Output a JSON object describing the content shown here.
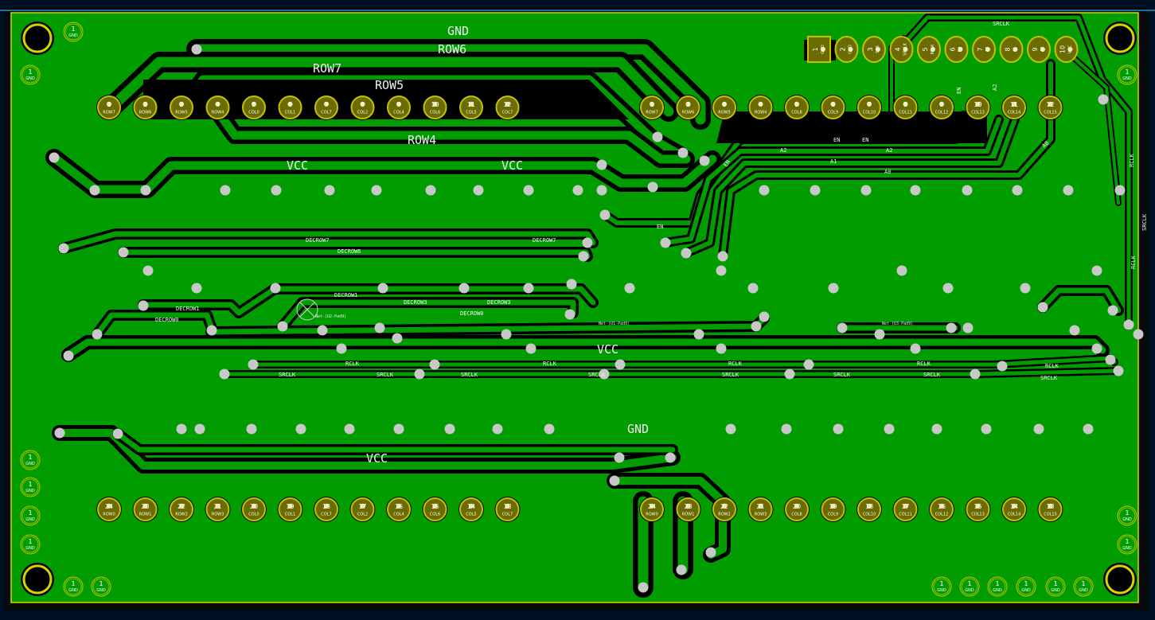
{
  "colors": {
    "background": "#001023",
    "board": "#0a0a0a",
    "copper": "#009c00",
    "track": "#007a00",
    "pad_ring": "#c2c200",
    "pad_body": "#6b6b00",
    "via": "#c8c8c8",
    "hole": "#e9e9b0",
    "outline": "#d6d600",
    "label": "#f2f2f2"
  },
  "net_labels": {
    "gnd_top": "GND",
    "row6": "ROW6",
    "row7": "ROW7",
    "row5": "ROW5",
    "row4": "ROW4",
    "vcc_1": "VCC",
    "vcc_2": "VCC",
    "vcc_mid": "VCC",
    "gnd_bottom": "GND",
    "vcc_bottom": "VCC"
  },
  "track_labels": {
    "decrow7_a": "DECROW7",
    "decrow7_b": "DECROW7",
    "decrow6": "DECROW6",
    "decrow1_a": "DECROW1",
    "decrow0_a": "DECROW0",
    "decrow1_b": "DECROW1",
    "decrow3_a": "DECROW3",
    "decrow3_b": "DECROW3",
    "decrow0_b": "DECROW0",
    "net_a": "Net-(U2-Pad9)",
    "net_b": "Net-(U1-Pad9)",
    "net_c": "Net-(U3-Pad9)",
    "rclk_1": "RCLK",
    "rclk_2": "RCLK",
    "rclk_3": "RCLK",
    "rclk_4": "RCLK",
    "rclk_5": "RCLK",
    "srclk_1": "SRCLK",
    "srclk_2": "SRCLK",
    "srclk_3": "SRCLK",
    "srclk_4": "SRCLK",
    "srclk_5": "SRCLK",
    "srclk_6": "SRCLK",
    "srclk_7": "SRCLK",
    "srclk_right": "SRCLK",
    "en_1": "EN",
    "en_2": "EN",
    "en_3": "EN",
    "en_4": "EN",
    "en_5": "EN",
    "a2_1": "A2",
    "a2_2": "A2",
    "a2_3": "A2",
    "a1_1": "A1",
    "a0_1": "A0",
    "a0_2": "A0",
    "rclk_right_1": "RCLK",
    "rclk_right_2": "RCLK",
    "srclk_top": "SRCLK",
    "srclk_side": "SRCLK"
  },
  "header": {
    "pins": [
      {
        "num": "1",
        "name": "GND"
      },
      {
        "num": "2",
        "name": "GND"
      },
      {
        "num": "3",
        "name": "SER"
      },
      {
        "num": "4",
        "name": "SRCLK"
      },
      {
        "num": "5",
        "name": "RCLK"
      },
      {
        "num": "6",
        "name": "EN"
      },
      {
        "num": "7",
        "name": "A2"
      },
      {
        "num": "8",
        "name": "A1"
      },
      {
        "num": "9",
        "name": "A0"
      },
      {
        "num": "10",
        "name": "VCC"
      }
    ]
  },
  "mounting_pads": [
    {
      "num": "1",
      "name": "GND"
    },
    {
      "num": "1",
      "name": "GND"
    },
    {
      "num": "1",
      "name": "GND"
    },
    {
      "num": "1",
      "name": "GND"
    },
    {
      "num": "1",
      "name": "GND"
    },
    {
      "num": "1",
      "name": "GND"
    },
    {
      "num": "1",
      "name": "GND"
    },
    {
      "num": "1",
      "name": "GND"
    },
    {
      "num": "1",
      "name": "GND"
    },
    {
      "num": "1",
      "name": "GND"
    },
    {
      "num": "1",
      "name": "GND"
    },
    {
      "num": "1",
      "name": "GND"
    },
    {
      "num": "1",
      "name": "GND"
    },
    {
      "num": "1",
      "name": "GND"
    },
    {
      "num": "1",
      "name": "GND"
    },
    {
      "num": "1",
      "name": "GND"
    },
    {
      "num": "1",
      "name": "GND"
    }
  ],
  "matrix_left_top": [
    {
      "num": "1",
      "name": "ROW7"
    },
    {
      "num": "2",
      "name": "ROW6"
    },
    {
      "num": "3",
      "name": "ROW5"
    },
    {
      "num": "4",
      "name": "ROW4"
    },
    {
      "num": "5",
      "name": "COL0"
    },
    {
      "num": "6",
      "name": "COL1"
    },
    {
      "num": "7",
      "name": "COL7"
    },
    {
      "num": "8",
      "name": "COL2"
    },
    {
      "num": "9",
      "name": "COL4"
    },
    {
      "num": "10",
      "name": "COL6"
    },
    {
      "num": "11",
      "name": "COL5"
    },
    {
      "num": "12",
      "name": "COL7"
    }
  ],
  "matrix_right_top": [
    {
      "num": "1",
      "name": "ROW7"
    },
    {
      "num": "2",
      "name": "ROW6"
    },
    {
      "num": "3",
      "name": "ROW5"
    },
    {
      "num": "4",
      "name": "ROW4"
    },
    {
      "num": "5",
      "name": "COL8"
    },
    {
      "num": "6",
      "name": "COL9"
    },
    {
      "num": "7",
      "name": "COL10"
    },
    {
      "num": "8",
      "name": "COL11"
    },
    {
      "num": "9",
      "name": "COL12"
    },
    {
      "num": "10",
      "name": "COL13"
    },
    {
      "num": "11",
      "name": "COL14"
    },
    {
      "num": "12",
      "name": "COL15"
    }
  ],
  "matrix_left_bottom": [
    {
      "num": "24",
      "name": "ROW0"
    },
    {
      "num": "23",
      "name": "ROW1"
    },
    {
      "num": "22",
      "name": "ROW2"
    },
    {
      "num": "21",
      "name": "ROW3"
    },
    {
      "num": "20",
      "name": "COL0"
    },
    {
      "num": "19",
      "name": "COL1"
    },
    {
      "num": "18",
      "name": "COL7"
    },
    {
      "num": "17",
      "name": "COL2"
    },
    {
      "num": "16",
      "name": "COL4"
    },
    {
      "num": "15",
      "name": "COL6"
    },
    {
      "num": "14",
      "name": "COL5"
    },
    {
      "num": "13",
      "name": "COL7"
    }
  ],
  "matrix_right_bottom": [
    {
      "num": "24",
      "name": "ROW0"
    },
    {
      "num": "23",
      "name": "ROW1"
    },
    {
      "num": "22",
      "name": "ROW2"
    },
    {
      "num": "21",
      "name": "ROW3"
    },
    {
      "num": "20",
      "name": "COL8"
    },
    {
      "num": "19",
      "name": "COL9"
    },
    {
      "num": "18",
      "name": "COL10"
    },
    {
      "num": "17",
      "name": "COL11"
    },
    {
      "num": "16",
      "name": "COL12"
    },
    {
      "num": "15",
      "name": "COL13"
    },
    {
      "num": "14",
      "name": "COL14"
    },
    {
      "num": "13",
      "name": "COL15"
    }
  ]
}
